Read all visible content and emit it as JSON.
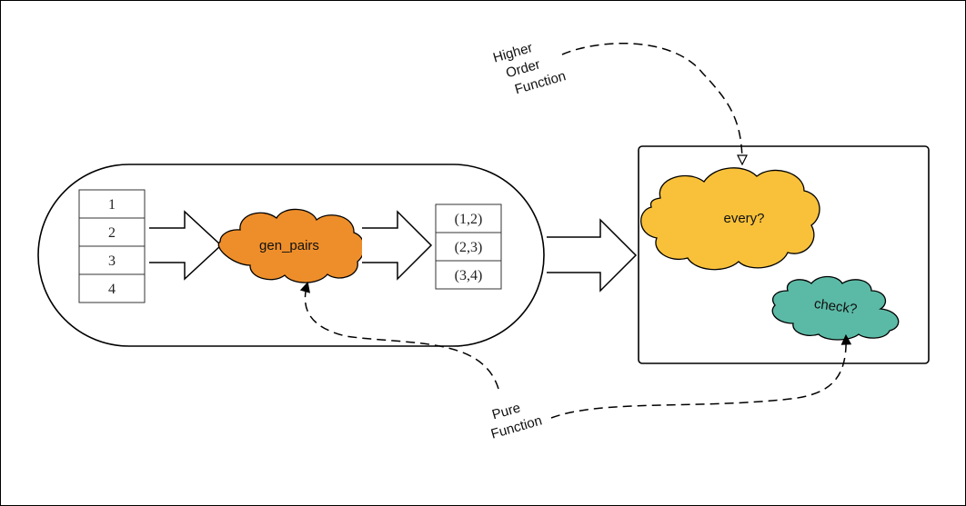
{
  "input_list": [
    "1",
    "2",
    "3",
    "4"
  ],
  "pairs_list": [
    "(1,2)",
    "(2,3)",
    "(3,4)"
  ],
  "functions": {
    "gen_pairs": {
      "label": "gen_pairs",
      "color": "#ee8e2a"
    },
    "every": {
      "label": "every?",
      "color": "#f9c13a"
    },
    "check": {
      "label": "check?",
      "color": "#5bbaa6"
    }
  },
  "annotations": {
    "higher_order": [
      "Higher",
      "Order",
      "Function"
    ],
    "pure": [
      "Pure",
      "Function"
    ]
  }
}
